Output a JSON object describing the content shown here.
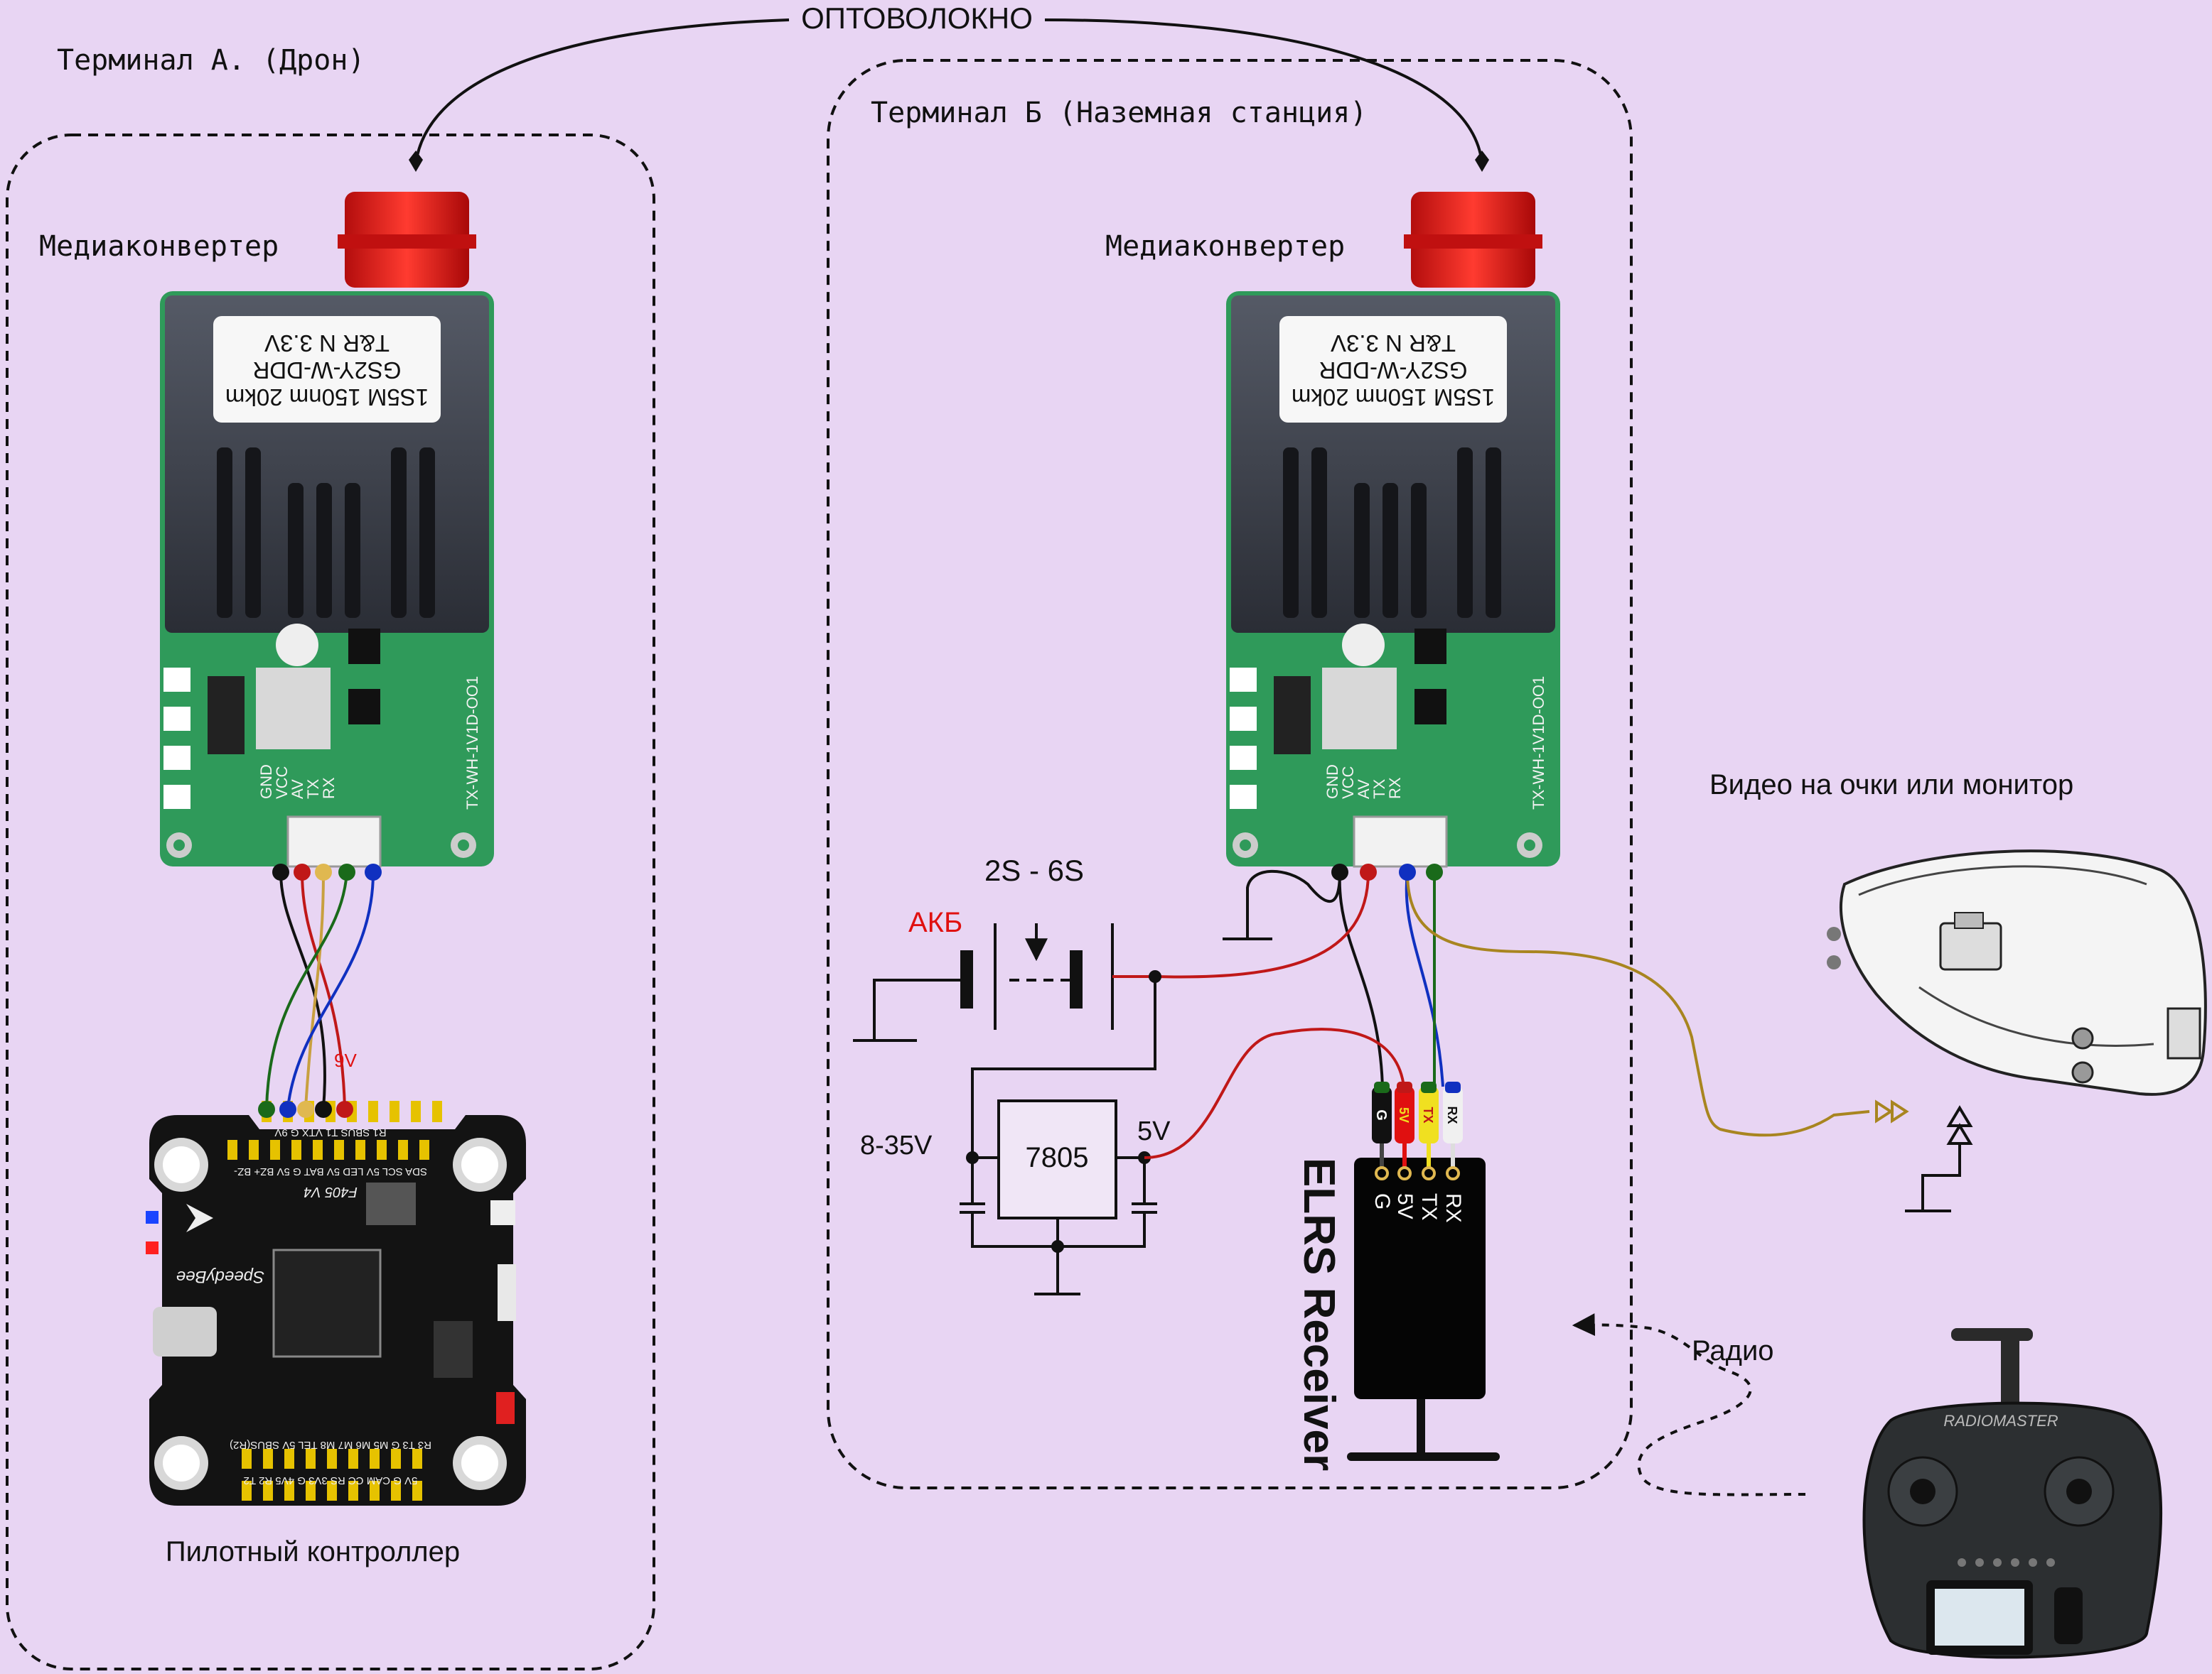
{
  "fiber_label": "ОПТОВОЛОКНО",
  "terminal_a": {
    "title": "Терминал А. (Дрон)",
    "converter_label": "Медиаконвертер",
    "fc_label": "Пилотный контроллер"
  },
  "terminal_b": {
    "title": "Терминал Б (Наземная станция)",
    "converter_label": "Медиаконвертер"
  },
  "converter": {
    "sticker_lines": [
      "1S5M 150nm 20km",
      "GS2Y-W-DDR",
      "T&R      N       3.3V"
    ],
    "pins": [
      "GND",
      "VCC",
      "AV",
      "TX",
      "RX"
    ],
    "board_id": "TX-WH-1V1D-OO1"
  },
  "fc": {
    "wire_label": "9V",
    "model": "F405 V4",
    "brand": "SpeedyBee",
    "pads_top": "R1 SBUS T1 VTX G 9V",
    "pads_top2": "SDA SCL 5V LED 5V BAT G 5V BZ+ BZ-",
    "pads_bottom": "5V G CAM CC RS 3V3 G 4V5 R2 T2",
    "pads_bottom2": "R3 T3 G M5 M6 M7 M8 TEL 5V SBUS(R2)"
  },
  "power": {
    "battery_label": "АКБ",
    "battery_cells": "2S - 6S",
    "input_range": "8-35V",
    "regulator": "7805",
    "output": "5V"
  },
  "receiver": {
    "name": "ELRS Receiver",
    "connector_pins": [
      "G",
      "5V",
      "TX",
      "RX"
    ],
    "pcb_pins": [
      "G",
      "5V",
      "TX",
      "RX"
    ]
  },
  "video_label": "Видео на очки или монитор",
  "radio_label": "Радио",
  "transmitter_brand": "RADIOMASTER",
  "colors": {
    "background": "#e8d5f3",
    "pcb_green": "#2f9a5a",
    "wire_red": "#c01818",
    "wire_green": "#1a6a1a",
    "wire_blue": "#1030c0",
    "wire_yellow": "#b08a20",
    "label_red": "#e01010"
  }
}
